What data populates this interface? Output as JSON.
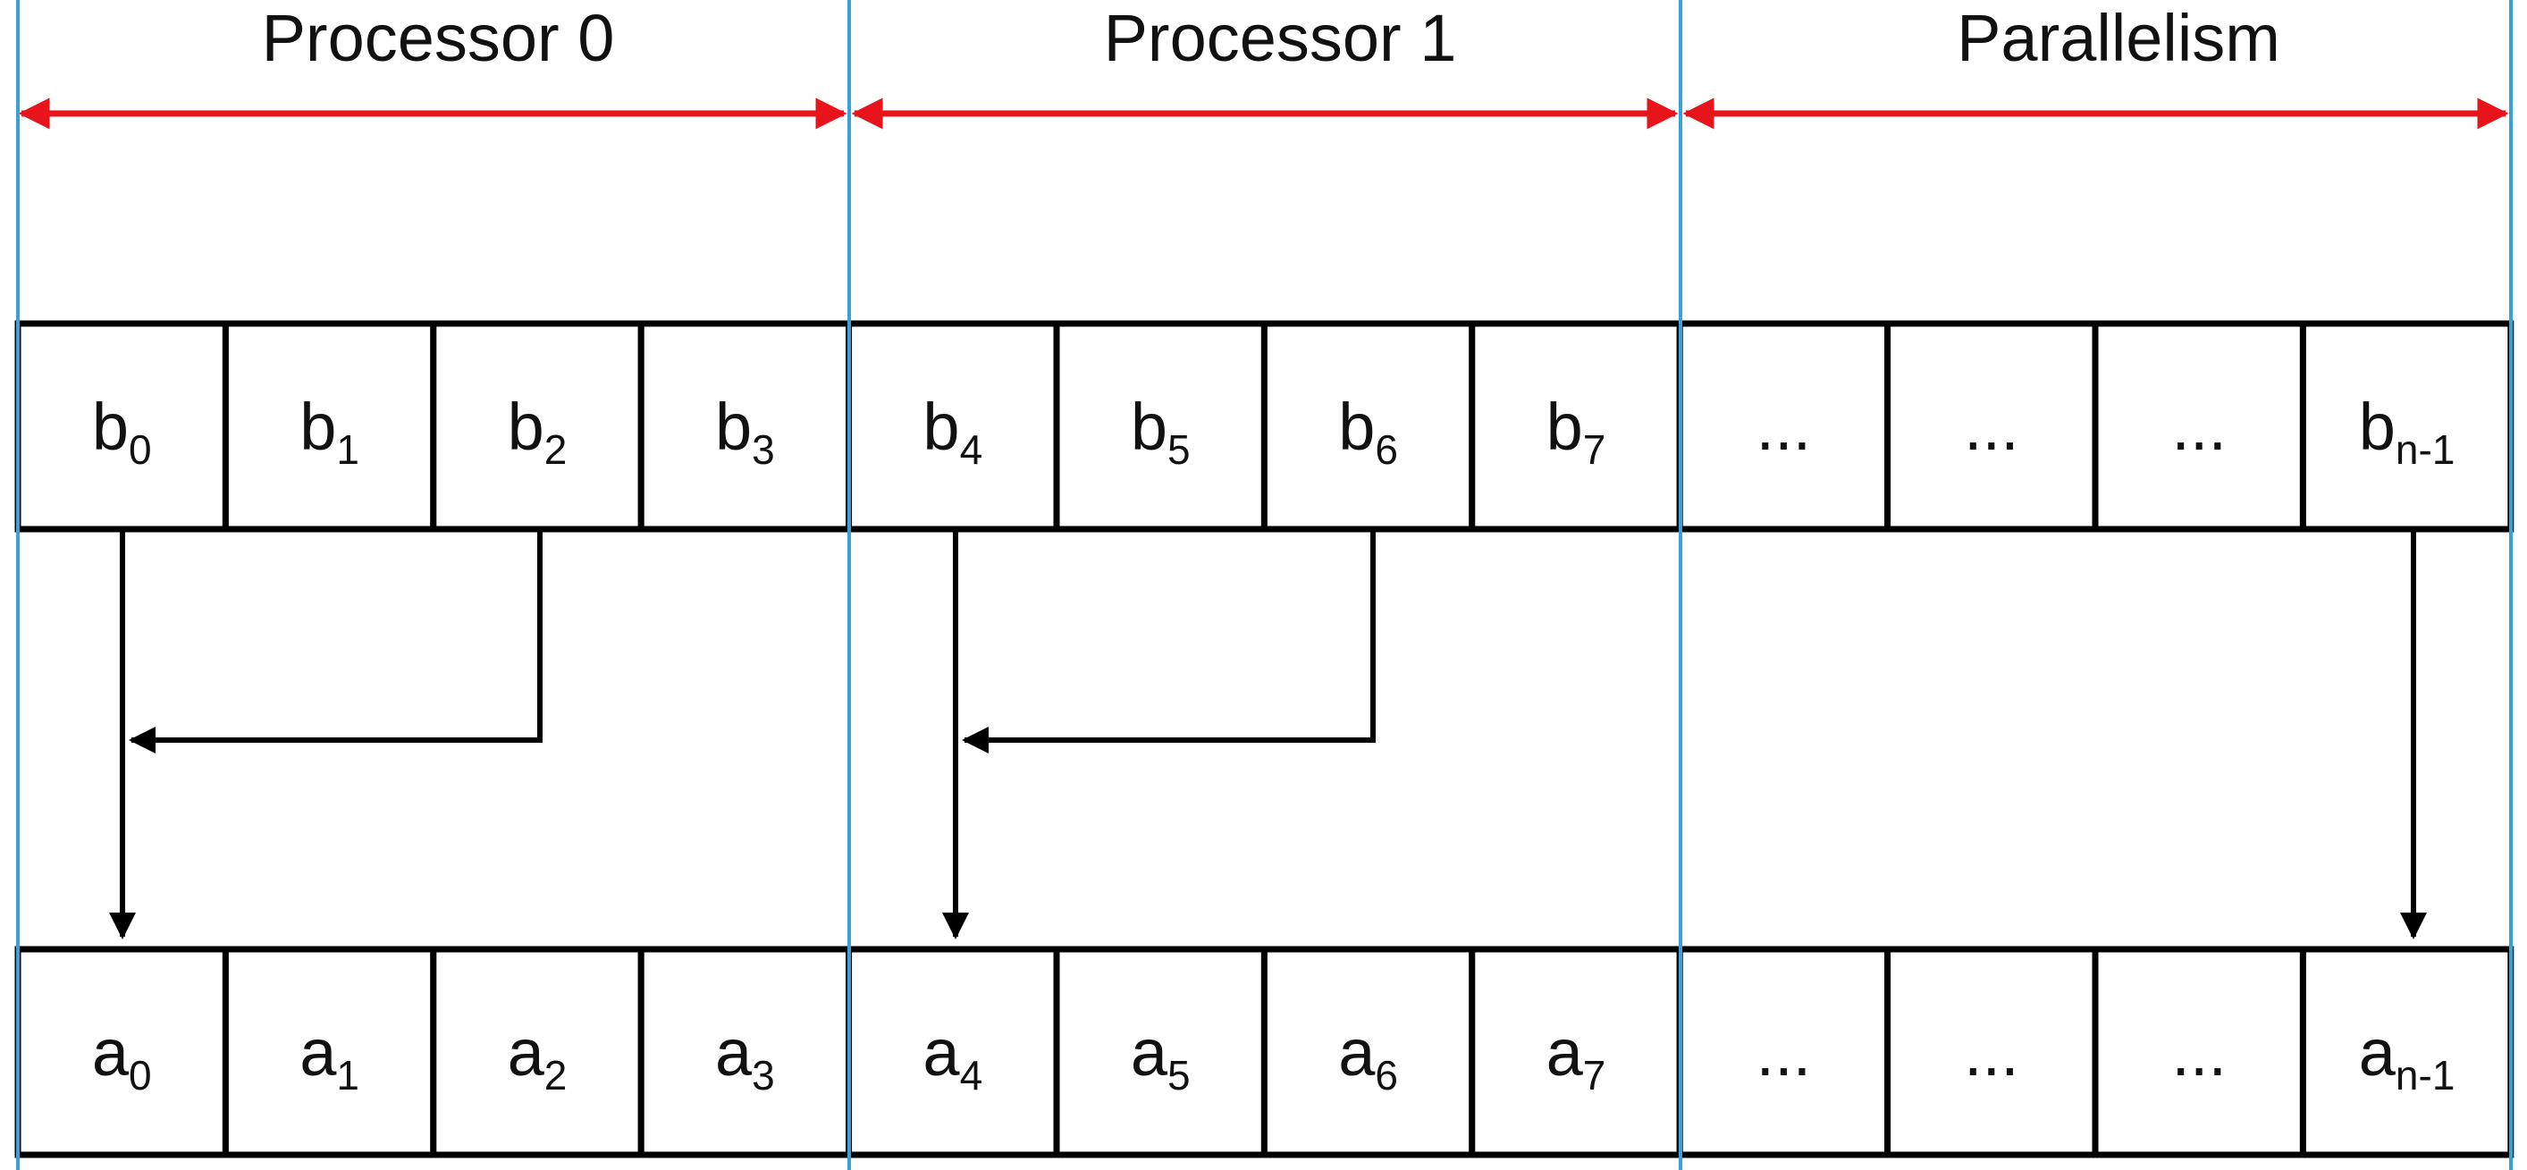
{
  "sections": [
    {
      "label": "Processor 0"
    },
    {
      "label": "Processor 1"
    },
    {
      "label": "Parallelism"
    }
  ],
  "b_row": [
    {
      "main": "b",
      "sub": "0"
    },
    {
      "main": "b",
      "sub": "1"
    },
    {
      "main": "b",
      "sub": "2"
    },
    {
      "main": "b",
      "sub": "3"
    },
    {
      "main": "b",
      "sub": "4"
    },
    {
      "main": "b",
      "sub": "5"
    },
    {
      "main": "b",
      "sub": "6"
    },
    {
      "main": "b",
      "sub": "7"
    },
    {
      "main": "...",
      "sub": ""
    },
    {
      "main": "...",
      "sub": ""
    },
    {
      "main": "...",
      "sub": ""
    },
    {
      "main": "b",
      "sub": "n-1"
    }
  ],
  "a_row": [
    {
      "main": "a",
      "sub": "0"
    },
    {
      "main": "a",
      "sub": "1"
    },
    {
      "main": "a",
      "sub": "2"
    },
    {
      "main": "a",
      "sub": "3"
    },
    {
      "main": "a",
      "sub": "4"
    },
    {
      "main": "a",
      "sub": "5"
    },
    {
      "main": "a",
      "sub": "6"
    },
    {
      "main": "a",
      "sub": "7"
    },
    {
      "main": "...",
      "sub": ""
    },
    {
      "main": "...",
      "sub": ""
    },
    {
      "main": "...",
      "sub": ""
    },
    {
      "main": "a",
      "sub": "n-1"
    }
  ],
  "connections": [
    {
      "from_b": 0,
      "to_a": 0
    },
    {
      "from_b": 2,
      "to_a": 0
    },
    {
      "from_b": 4,
      "to_a": 4
    },
    {
      "from_b": 6,
      "to_a": 4
    },
    {
      "from_b": 11,
      "to_a": 11
    }
  ],
  "colors": {
    "section_arrow": "#e8141b",
    "divider": "#3aa0d8",
    "cell_border": "#000000",
    "flow_arrow": "#000000"
  }
}
